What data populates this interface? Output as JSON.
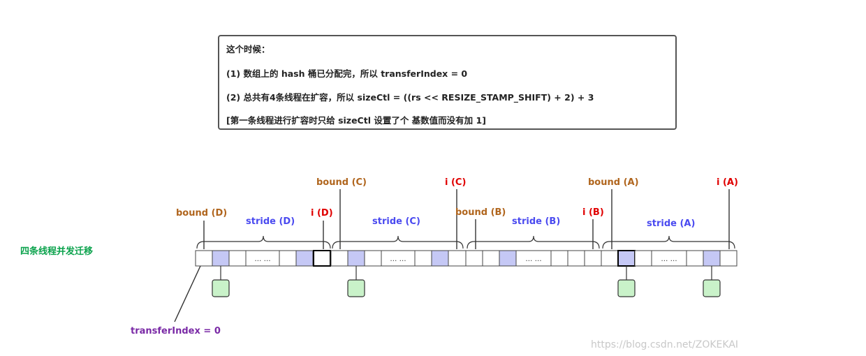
{
  "note": {
    "line0": "这个时候：",
    "line1": "(1) 数组上的 hash 桶已分配完，所以 transferIndex = 0",
    "line2": "(2) 总共有4条线程在扩容，所以 sizeCtl = ((rs << RESIZE_STAMP_SHIFT) + 2) + 3",
    "line3": "[第一条线程进行扩容时只给 sizeCtl 设置了个 基数值而没有加 1]"
  },
  "labels": {
    "bound_d": "bound (D)",
    "stride_d": "stride (D)",
    "i_d": "i (D)",
    "bound_c": "bound (C)",
    "stride_c": "stride (C)",
    "i_c": "i (C)",
    "bound_b": "bound (B)",
    "stride_b": "stride (B)",
    "i_b": "i (B)",
    "bound_a": "bound (A)",
    "stride_a": "stride (A)",
    "i_a": "i (A)"
  },
  "ellipsis": "… …",
  "threads_label": "四条线程并发迁移",
  "transfer_index": "transferIndex = 0",
  "watermark": "https://blog.csdn.net/ZOKEKAI",
  "colors": {
    "bound": "#b0651d",
    "i": "#e00000",
    "stride": "#4a4af0",
    "threads": "#0ca34d",
    "transfer": "#7a2aa6",
    "cell_blue": "#c5c8f5",
    "node_green": "#c9f2c9"
  }
}
